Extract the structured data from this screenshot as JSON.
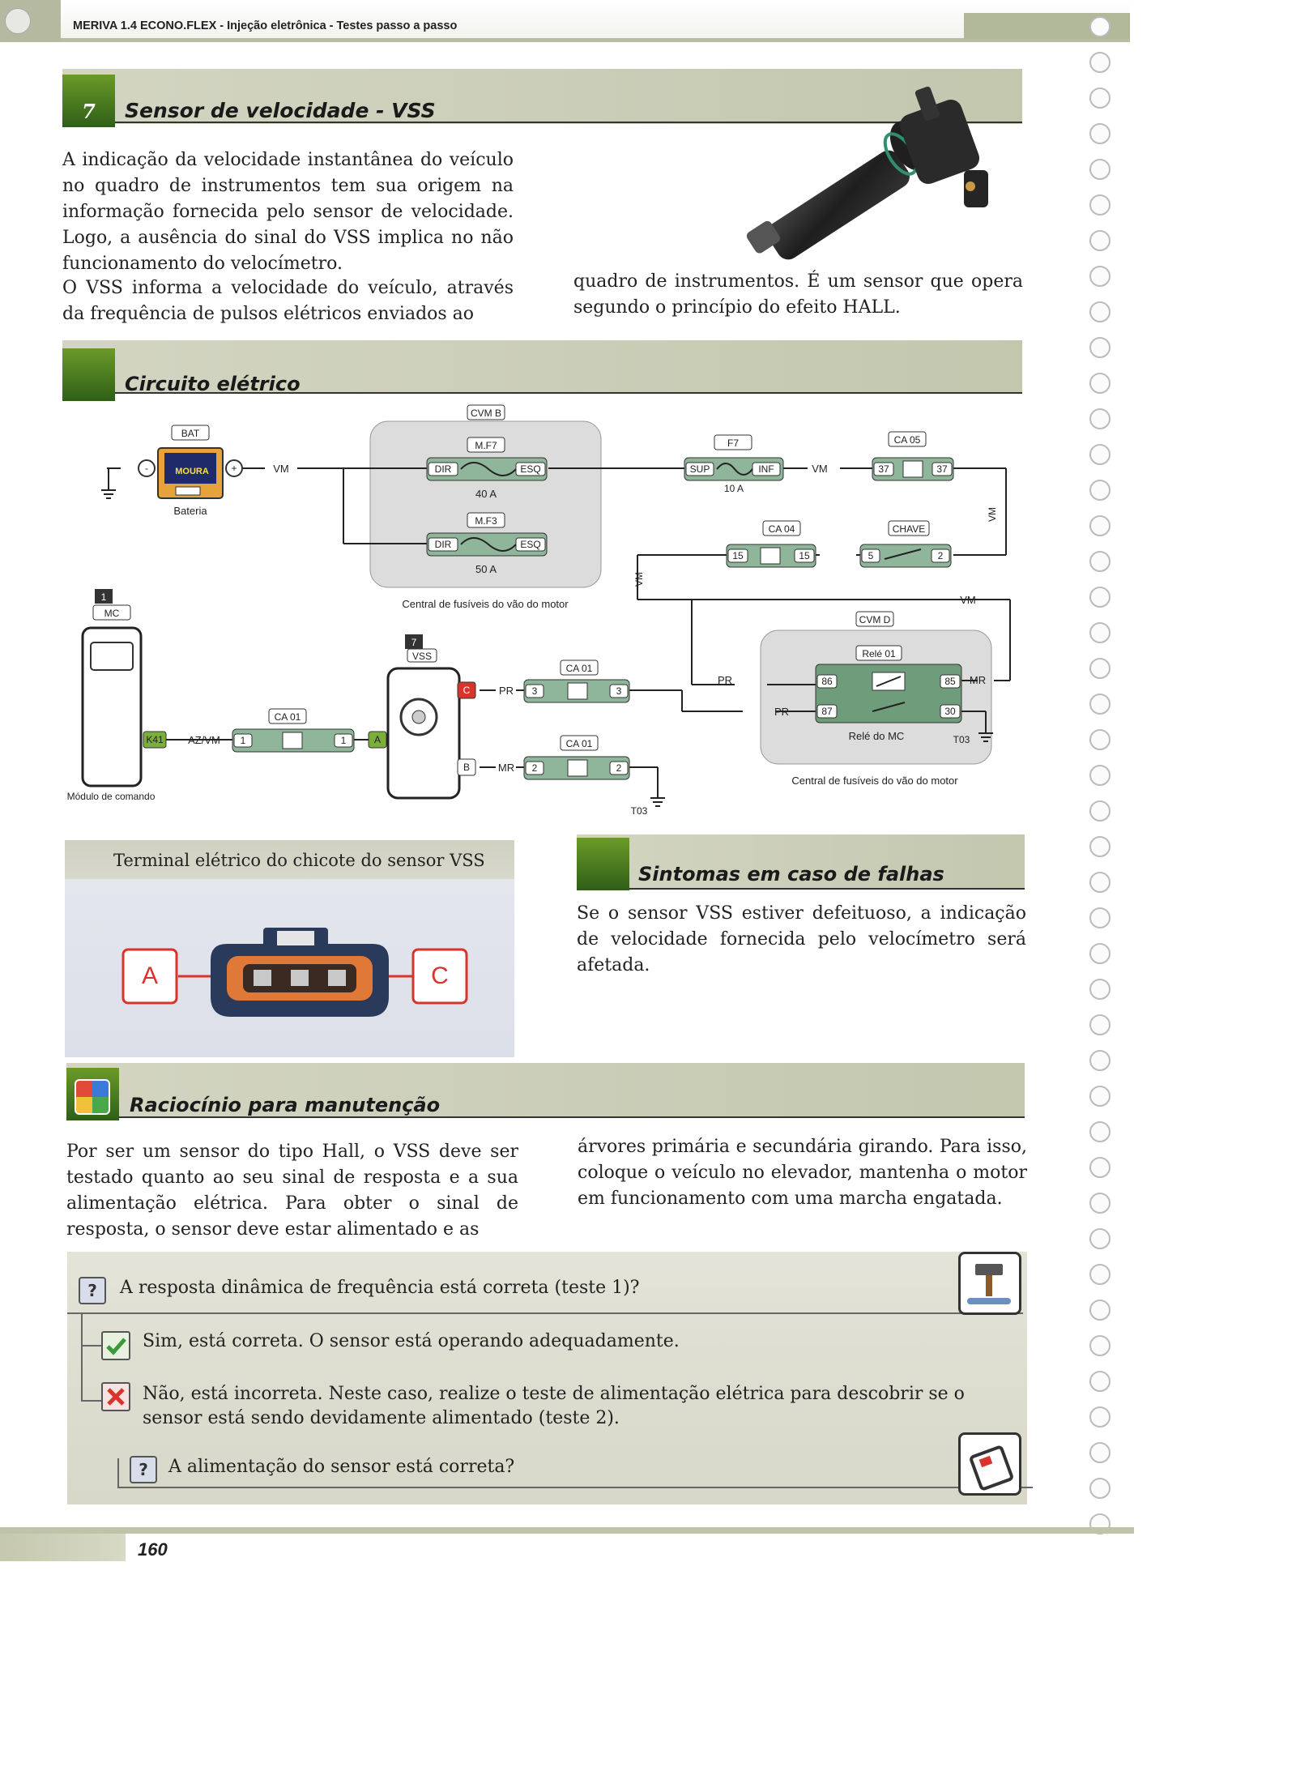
{
  "header": {
    "title": "MERIVA 1.4 ECONO.FLEX - Injeção eletrônica - Testes passo a passo"
  },
  "section7": {
    "number": "7",
    "title": "Sensor de velocidade - VSS",
    "para_left_1": "A indicação da velocidade instantânea do veículo no quadro de instrumentos tem sua origem na informação fornecida pelo sensor de velocidade. Logo, a ausência do sinal do VSS implica no não funcionamento do velocímetro.",
    "para_left_2": "O VSS informa a velocidade do veículo, através da frequência de pulsos elétricos enviados ao",
    "para_right": "quadro de instrumentos. É um sensor que opera segundo o princípio do efeito HALL."
  },
  "circuit": {
    "title": "Circuito elétrico",
    "bat": "BAT",
    "bat_brand": "MOURA",
    "bat_minus": "-",
    "bat_plus": "+",
    "bateria": "Bateria",
    "vm": "VM",
    "cvmb": "CVM B",
    "mf7": "M.F7",
    "mf3": "M.F3",
    "dir": "DIR",
    "esq": "ESQ",
    "a40": "40 A",
    "a50": "50 A",
    "central_motor": "Central de fusíveis do vão do motor",
    "f7": "F7",
    "sup": "SUP",
    "inf": "INF",
    "a10": "10 A",
    "ca05": "CA 05",
    "pin37": "37",
    "ca04": "CA 04",
    "pin15": "15",
    "chave": "CHAVE",
    "pin5": "5",
    "pin2": "2",
    "mc_num": "1",
    "mc": "MC",
    "k41": "K41",
    "azvm": "AZ/VM",
    "ca01": "CA 01",
    "pin1": "1",
    "pinA": "A",
    "vss_num": "7",
    "vss": "VSS",
    "pinC": "C",
    "pinB": "B",
    "pr": "PR",
    "pin3": "3",
    "mr": "MR",
    "t03": "T03",
    "cvmd": "CVM D",
    "rele01": "Relé 01",
    "pin86": "86",
    "pin85": "85",
    "pin87": "87",
    "pin30": "30",
    "rele_mc": "Relé do MC",
    "modulo": "Módulo de comando"
  },
  "terminal": {
    "title": "Terminal elétrico do chicote do sensor VSS",
    "label_a": "A",
    "label_c": "C"
  },
  "sintomas": {
    "title": "Sintomas em caso de falhas",
    "text": "Se o sensor VSS estiver defeituoso, a indicação de velocidade fornecida pelo velocímetro será afetada."
  },
  "raciocinio": {
    "title": "Raciocínio para manutenção",
    "para_left": "Por ser um sensor do tipo Hall, o VSS deve ser testado quanto ao seu sinal de resposta e a sua alimentação elétrica. Para obter o sinal de resposta, o sensor deve estar alimentado e as",
    "para_right": "árvores primária e secundária girando. Para isso, coloque o veículo no elevador, mantenha o motor em funcionamento com uma marcha engatada."
  },
  "qa": {
    "q1": "A resposta dinâmica de frequência está correta (teste 1)?",
    "yes": "Sim, está correta. O sensor está operando adequadamente.",
    "no": "Não, está incorreta. Neste caso, realize o teste de alimentação elétrica para descobrir se o sensor está sendo devidamente alimentado (teste 2).",
    "q2": "A alimentação do sensor está correta?",
    "q_glyph": "?"
  },
  "footer": {
    "page": "160"
  },
  "colors": {
    "accent_green": "#3e7a1f",
    "band": "#c8cbb4",
    "fuse_green": "#7fa889",
    "relay_green": "#6f9c7a",
    "red_label": "#d9342b"
  }
}
